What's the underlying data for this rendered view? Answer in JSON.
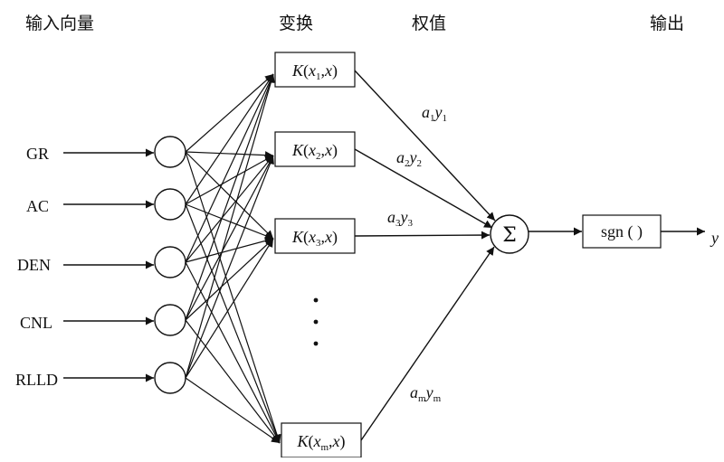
{
  "headers": {
    "input": "输入向量",
    "transform": "变换",
    "weight": "权值",
    "output": "输出"
  },
  "inputs": [
    "GR",
    "AC",
    "DEN",
    "CNL",
    "RLLD"
  ],
  "kernels": [
    {
      "fn": "K",
      "var": "x",
      "sub": "1",
      "arg": "x"
    },
    {
      "fn": "K",
      "var": "x",
      "sub": "2",
      "arg": "x"
    },
    {
      "fn": "K",
      "var": "x",
      "sub": "3",
      "arg": "x"
    },
    {
      "fn": "K",
      "var": "x",
      "sub": "m",
      "arg": "x"
    }
  ],
  "weights": [
    {
      "a": "a",
      "a_sub": "1",
      "y": "y",
      "y_sub": "1"
    },
    {
      "a": "a",
      "a_sub": "2",
      "y": "y",
      "y_sub": "2"
    },
    {
      "a": "a",
      "a_sub": "3",
      "y": "y",
      "y_sub": "3"
    },
    {
      "a": "a",
      "a_sub": "m",
      "y": "y",
      "y_sub": "m"
    }
  ],
  "sum_symbol": "Σ",
  "sgn_label": "sgn ( )",
  "output_label": "y",
  "colors": {
    "stroke": "#111111",
    "background": "#ffffff"
  }
}
